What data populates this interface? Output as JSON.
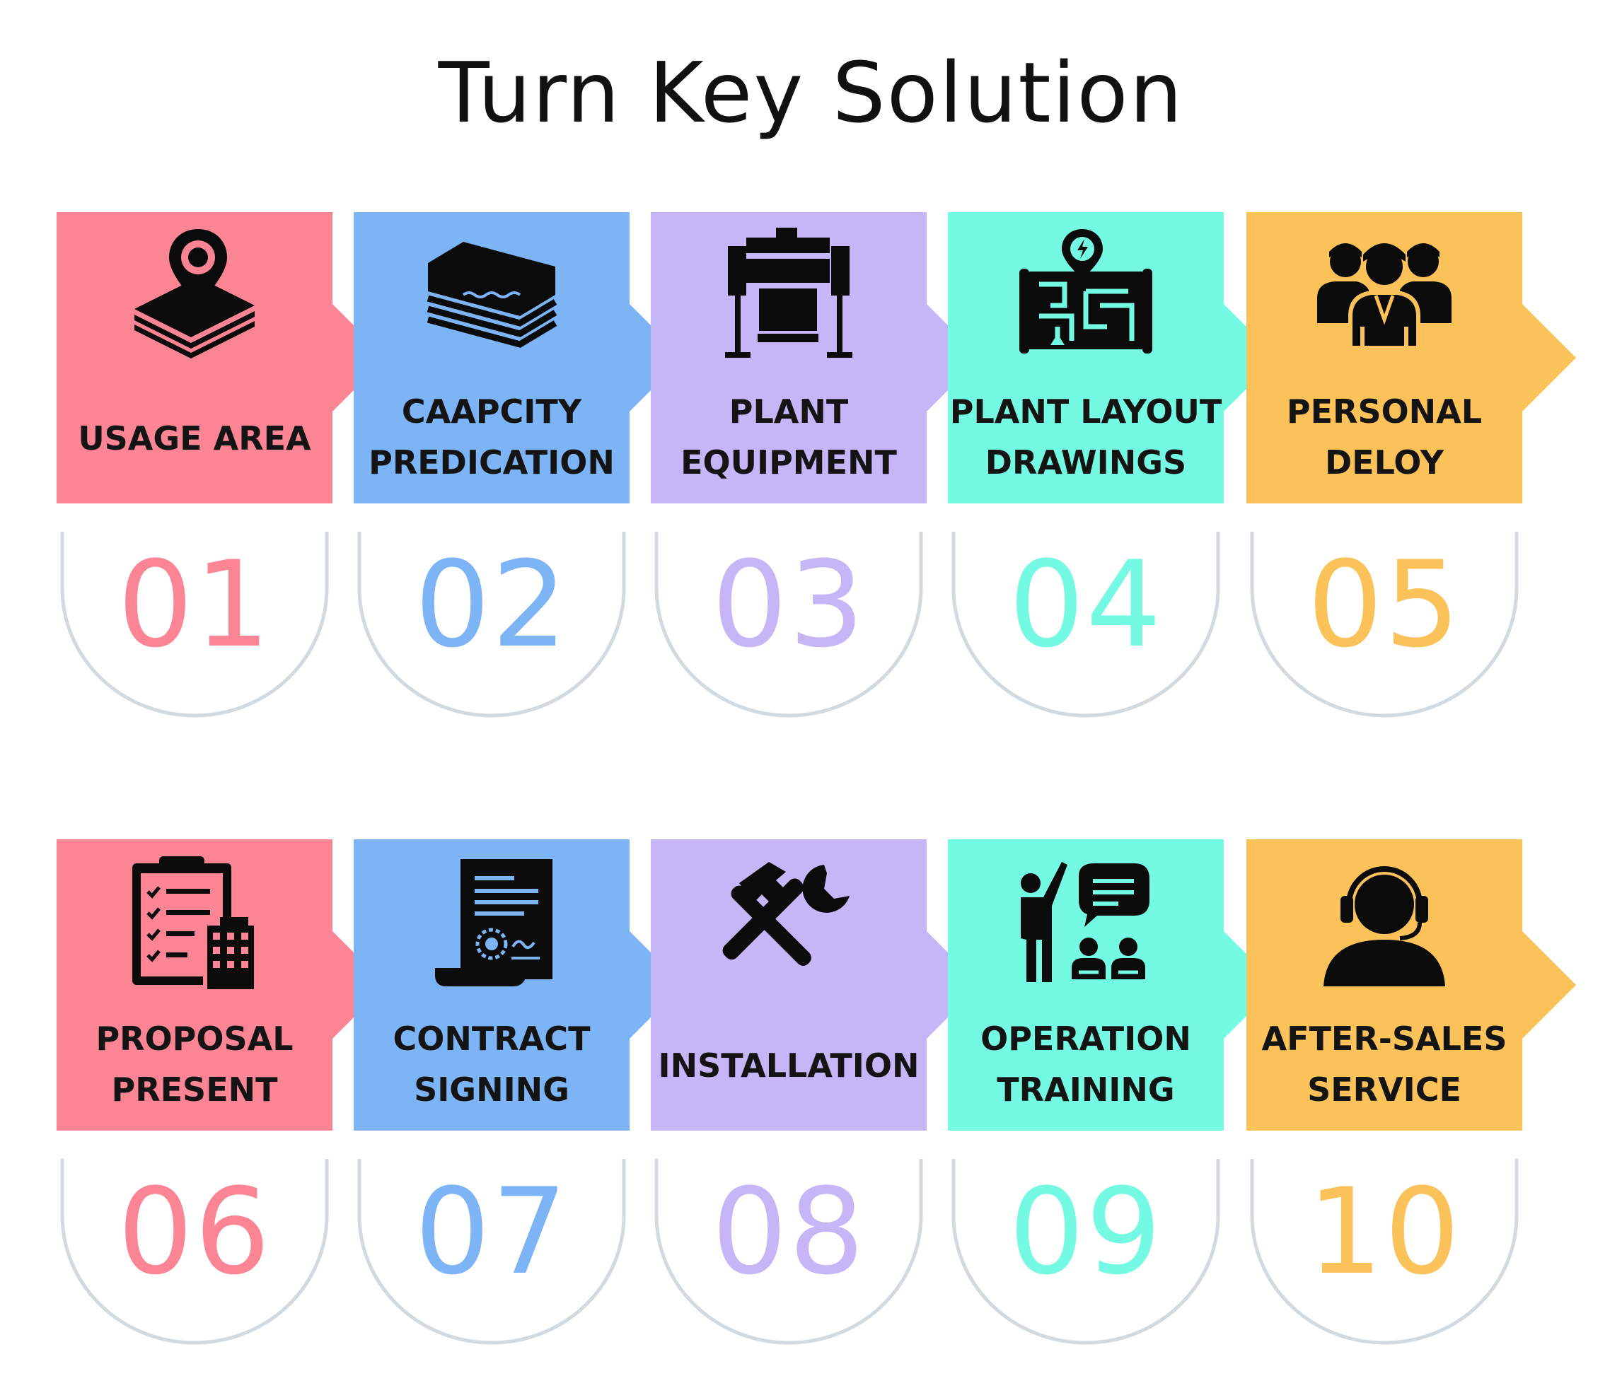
{
  "title": "Turn Key Solution",
  "colors": {
    "pink": "#fb8595",
    "blue": "#7db4f6",
    "purple": "#c5b6f7",
    "mint": "#74f9e2",
    "orange": "#fcc25a",
    "outline": "#d3dadf",
    "icon": "#0b0b0b"
  },
  "rows": [
    {
      "steps": [
        {
          "number": "01",
          "label_lines": [
            "USAGE AREA"
          ],
          "icon": "map-pin-icon",
          "color": "#fb8595"
        },
        {
          "number": "02",
          "label_lines": [
            "CAAPCITY",
            "PREDICATION"
          ],
          "icon": "layers-icon",
          "color": "#7db4f6"
        },
        {
          "number": "03",
          "label_lines": [
            "PLANT",
            "EQUIPMENT"
          ],
          "icon": "plotter-icon",
          "color": "#c5b6f7"
        },
        {
          "number": "04",
          "label_lines": [
            "PLANT LAYOUT",
            "DRAWINGS"
          ],
          "icon": "blueprint-icon",
          "color": "#74f9e2"
        },
        {
          "number": "05",
          "label_lines": [
            "PERSONAL",
            "DELOY"
          ],
          "icon": "team-icon",
          "color": "#fcc25a"
        }
      ]
    },
    {
      "steps": [
        {
          "number": "06",
          "label_lines": [
            "PROPOSAL",
            "PRESENT"
          ],
          "icon": "clipboard-icon",
          "color": "#fb8595"
        },
        {
          "number": "07",
          "label_lines": [
            "CONTRACT",
            "SIGNING"
          ],
          "icon": "contract-icon",
          "color": "#7db4f6"
        },
        {
          "number": "08",
          "label_lines": [
            "INSTALLATION"
          ],
          "icon": "tools-icon",
          "color": "#c5b6f7"
        },
        {
          "number": "09",
          "label_lines": [
            "OPERATION",
            "TRAINING"
          ],
          "icon": "trainer-icon",
          "color": "#74f9e2"
        },
        {
          "number": "10",
          "label_lines": [
            "AFTER-SALES",
            "SERVICE"
          ],
          "icon": "headset-icon",
          "color": "#fcc25a"
        }
      ]
    }
  ]
}
